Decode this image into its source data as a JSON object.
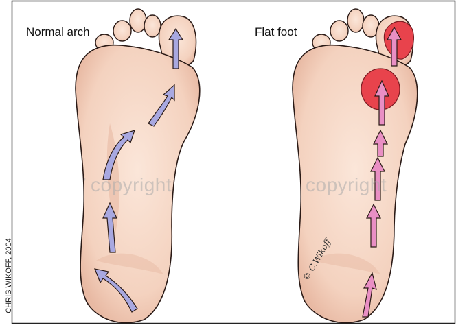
{
  "titles": {
    "left": "Normal arch",
    "right": "Flat foot"
  },
  "watermark": "copyright",
  "watermark_mark": "'",
  "credit": "CHRIS WIKOFF, 2004",
  "signature": "© C.Wikoff",
  "colors": {
    "skin": "#f7d9c8",
    "skin_shadow": "#e6b4a0",
    "outline": "#2a1a16",
    "arrow_normal": "#a8a8e0",
    "arrow_flat": "#e98fc4",
    "pressure": "#e8434c"
  }
}
